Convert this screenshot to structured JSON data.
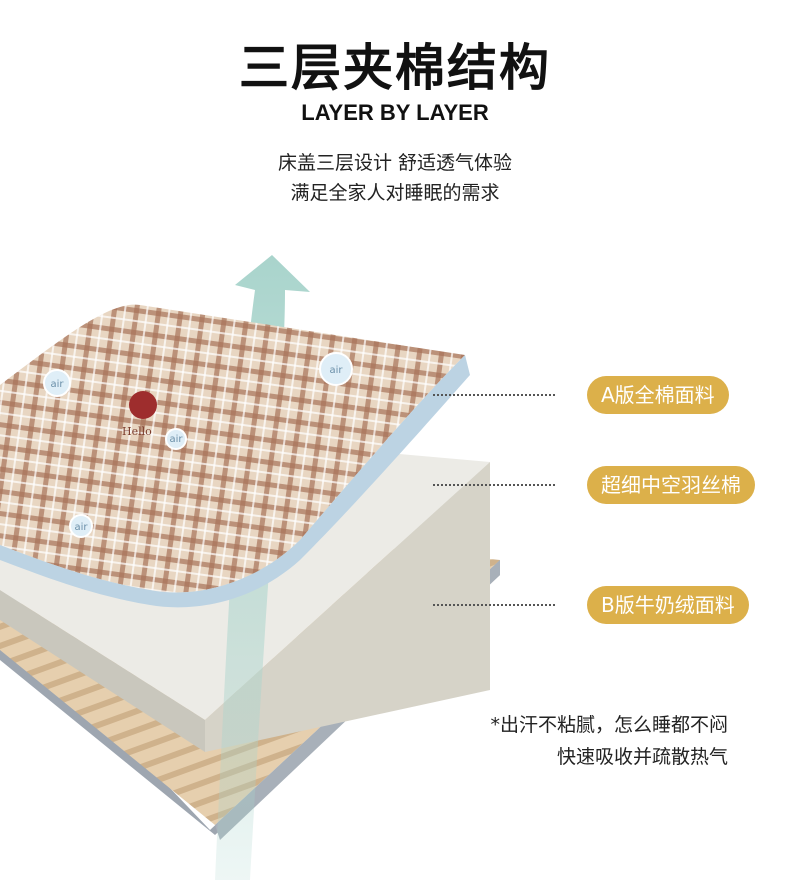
{
  "header": {
    "title": "三层夹棉结构",
    "subtitle": "LAYER BY LAYER",
    "desc_line1": "床盖三层设计 舒适透气体验",
    "desc_line2": "满足全家人对睡眠的需求"
  },
  "layers": [
    {
      "label": "A版全棉面料"
    },
    {
      "label": "超细中空羽丝棉"
    },
    {
      "label": "B版牛奶绒面料"
    }
  ],
  "illustration": {
    "air_label": "air",
    "print_text": "Hello"
  },
  "notes": {
    "line1": "*出汗不粘腻，怎么睡都不闷",
    "line2": "快速吸收并疏散热气"
  },
  "colors": {
    "badge": "#dcb04a",
    "arrow": "#a9d4cc"
  }
}
